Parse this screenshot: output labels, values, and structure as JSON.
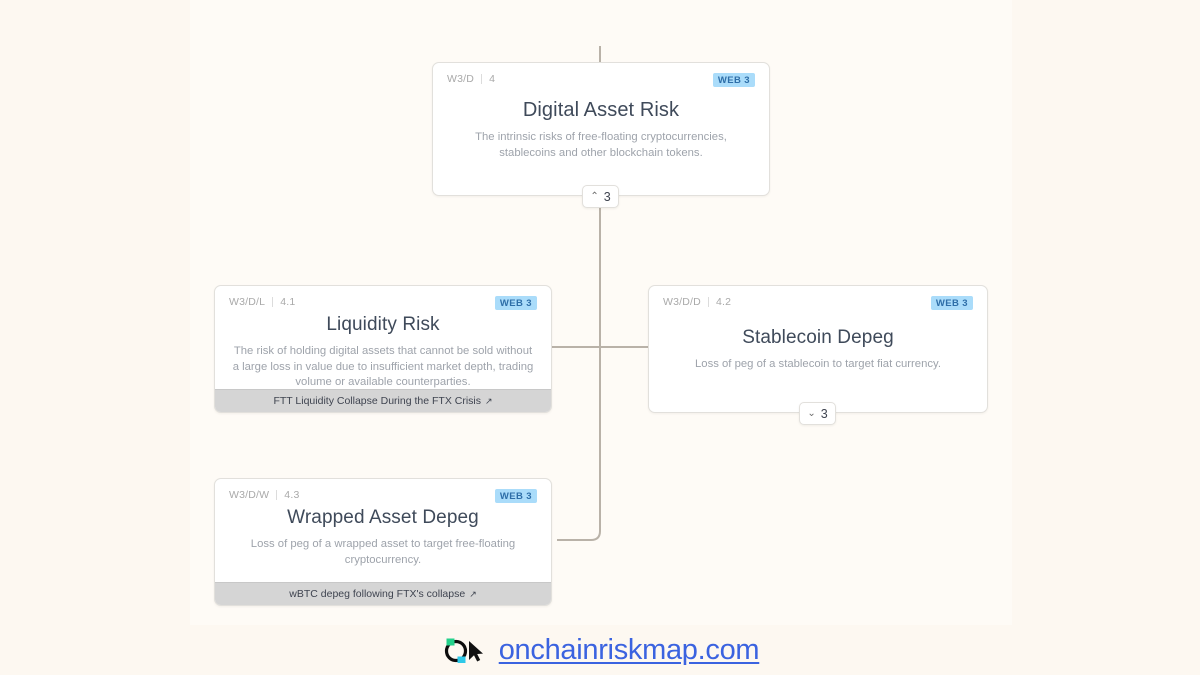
{
  "canvas": {
    "background": "#fefbf6",
    "page_background": "#fdf8f1",
    "connector_color": "#b9b2a8"
  },
  "nodes": [
    {
      "id": "digital-asset-risk",
      "code": "W3/D",
      "number": "4",
      "tag": "WEB 3",
      "title": "Digital Asset Risk",
      "description": "The intrinsic risks of free-floating cryptocurrencies, stablecoins and other blockchain tokens.",
      "footer_link": null
    },
    {
      "id": "liquidity-risk",
      "code": "W3/D/L",
      "number": "4.1",
      "tag": "WEB 3",
      "title": "Liquidity Risk",
      "description": "The risk of holding digital assets that cannot be sold without a large loss in value due to insufficient market depth, trading volume or available counterparties.",
      "footer_link": "FTT Liquidity Collapse During the FTX Crisis"
    },
    {
      "id": "stablecoin-depeg",
      "code": "W3/D/D",
      "number": "4.2",
      "tag": "WEB 3",
      "title": "Stablecoin Depeg",
      "description": "Loss of peg of a stablecoin to target fiat currency.",
      "footer_link": null
    },
    {
      "id": "wrapped-asset-depeg",
      "code": "W3/D/W",
      "number": "4.3",
      "tag": "WEB 3",
      "title": "Wrapped Asset Depeg",
      "description": "Loss of peg of a wrapped asset to target free-floating cryptocurrency.",
      "footer_link": "wBTC depeg following FTX's collapse"
    }
  ],
  "toggles": [
    {
      "id": "collapse-digital-asset-risk",
      "icon": "chevron-up",
      "glyph": "⌃",
      "count": "3"
    },
    {
      "id": "expand-stablecoin-depeg",
      "icon": "chevron-down",
      "glyph": "⌄",
      "count": "3"
    }
  ],
  "external_link_arrow": "↗",
  "tag_colors": {
    "background": "#aadcfa",
    "text": "#2e6ea8"
  },
  "brand": {
    "url": "onchainriskmap.com",
    "link_color": "#3b63e0",
    "logo": {
      "name": "onchainriskmap-logo",
      "ring_color": "#0d0d0d",
      "accent_top": "#23d18b",
      "accent_bottom": "#2ec9e8",
      "cursor_color": "#111111"
    }
  }
}
